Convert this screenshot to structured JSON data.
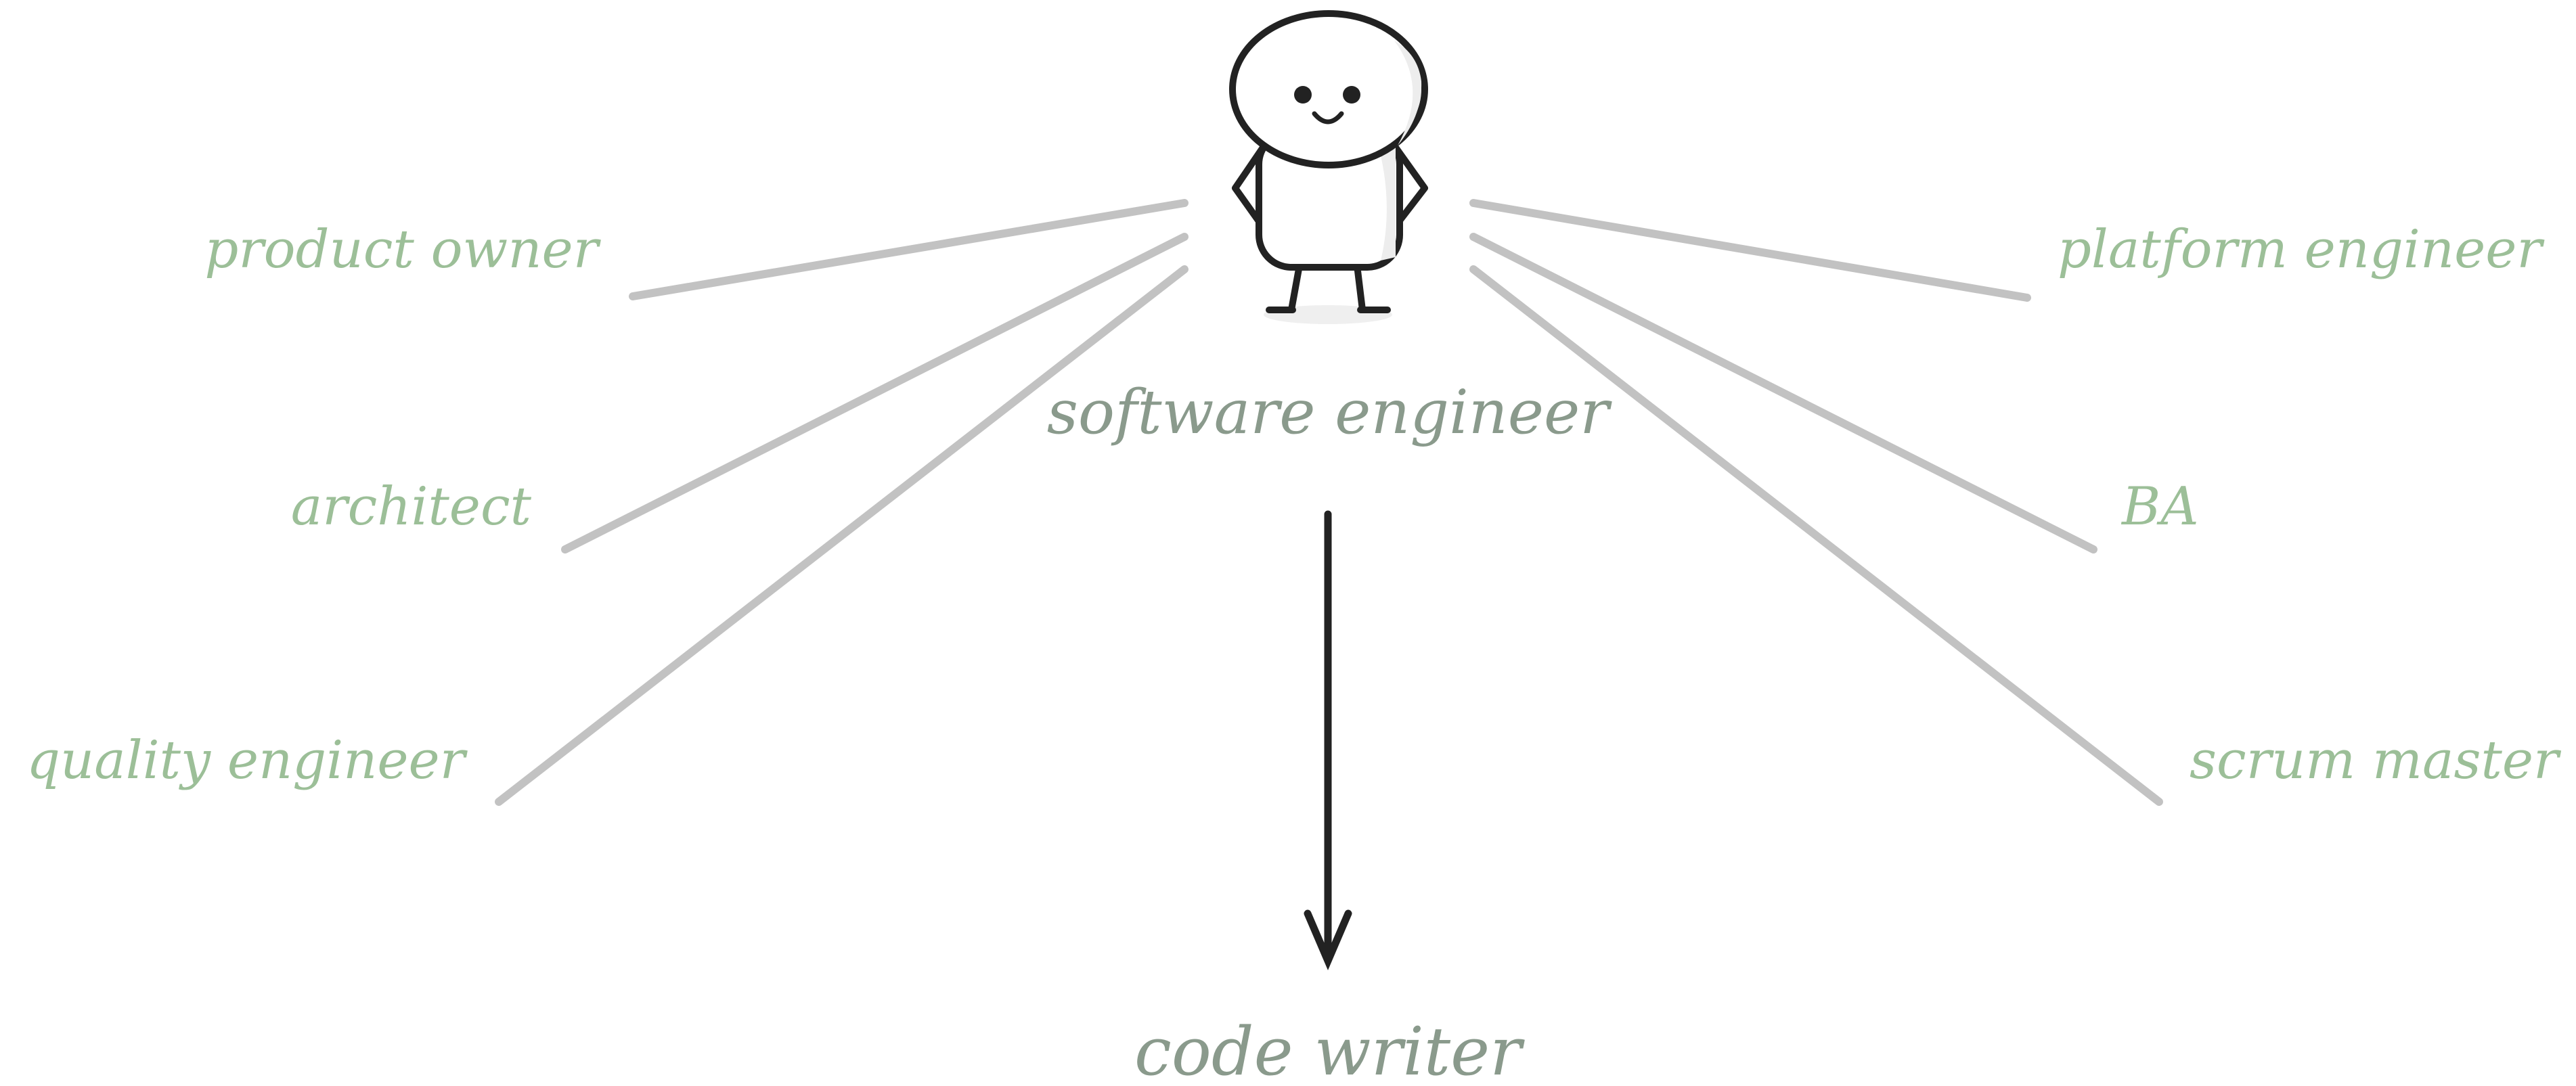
{
  "diagram": {
    "center": {
      "label": "software engineer",
      "figure_icon": "stick-figure-icon"
    },
    "roles": [
      {
        "label": "product owner"
      },
      {
        "label": "architect"
      },
      {
        "label": "quality engineer"
      },
      {
        "label": "platform engineer"
      },
      {
        "label": "BA"
      },
      {
        "label": "scrum master"
      }
    ],
    "result": {
      "label": "code writer"
    },
    "colors": {
      "role_text": "#9cbf98",
      "center_text": "#8a9a8c",
      "connector": "#c2c2c2",
      "arrow": "#222222"
    }
  }
}
